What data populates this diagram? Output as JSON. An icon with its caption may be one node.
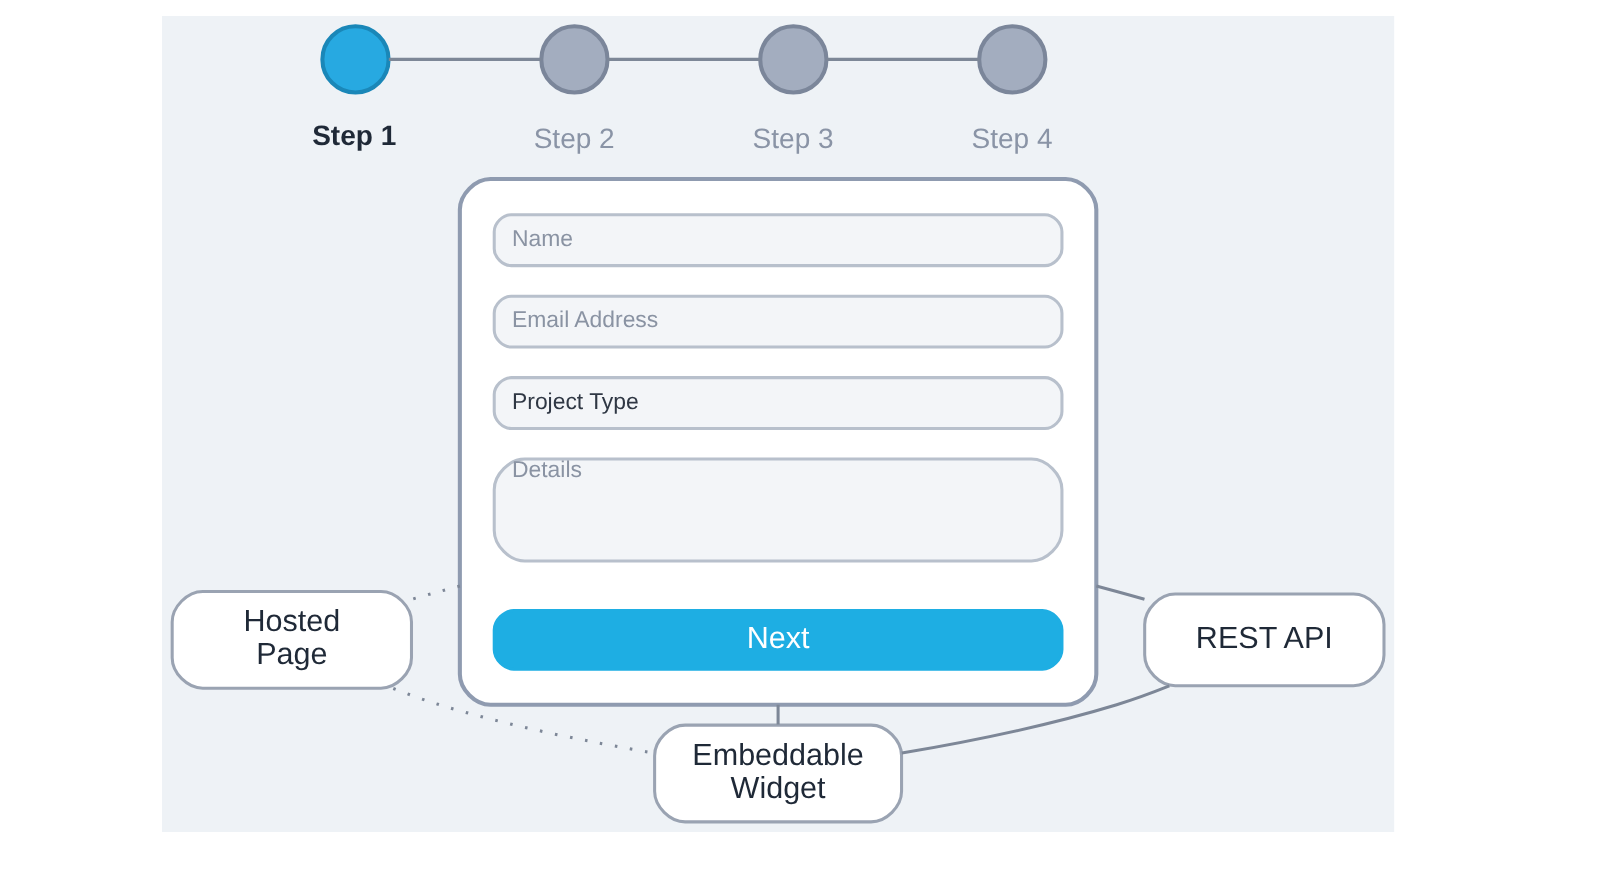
{
  "diagram": {
    "nodes": [
      {
        "text": [],
        "shape": "circle",
        "beside": [
          "Step 1"
        ]
      },
      {
        "text": [],
        "shape": "circle",
        "beside": [
          "Step 2"
        ]
      },
      {
        "text": [],
        "shape": "circle",
        "beside": [
          "Step 3"
        ]
      },
      {
        "text": [],
        "shape": "circle",
        "beside": [
          "Step 4"
        ]
      },
      {
        "text": [],
        "shape": "box"
      },
      {
        "text": [
          "Name"
        ],
        "in": 4
      },
      {
        "text": [
          "Email Address"
        ],
        "in": 4
      },
      {
        "text": [
          "Project Type"
        ],
        "in": 4
      },
      {
        "text": [
          "Details"
        ],
        "in": 4
      },
      {
        "text": [
          "Next"
        ],
        "in": 4
      },
      {
        "text": [
          "Hosted Page"
        ]
      },
      {
        "text": [
          "REST API"
        ]
      },
      {
        "text": [
          "Embeddable Widget"
        ]
      }
    ],
    "edges": [
      {
        "from": 0,
        "to": 1,
        "arrow": "none"
      },
      {
        "from": 1,
        "to": 2,
        "arrow": "none"
      },
      {
        "from": 2,
        "to": 3,
        "arrow": "none"
      },
      {
        "from": 4,
        "to": 10,
        "arrow": "none",
        "style": "dashed"
      },
      {
        "from": 4,
        "to": 11,
        "arrow": "none"
      },
      {
        "from": 10,
        "to": 12,
        "arrow": "none",
        "style": "dashed"
      },
      {
        "from": 4,
        "to": 12,
        "arrow": "none"
      },
      {
        "from": 12,
        "to": 11,
        "arrow": "none"
      }
    ]
  }
}
